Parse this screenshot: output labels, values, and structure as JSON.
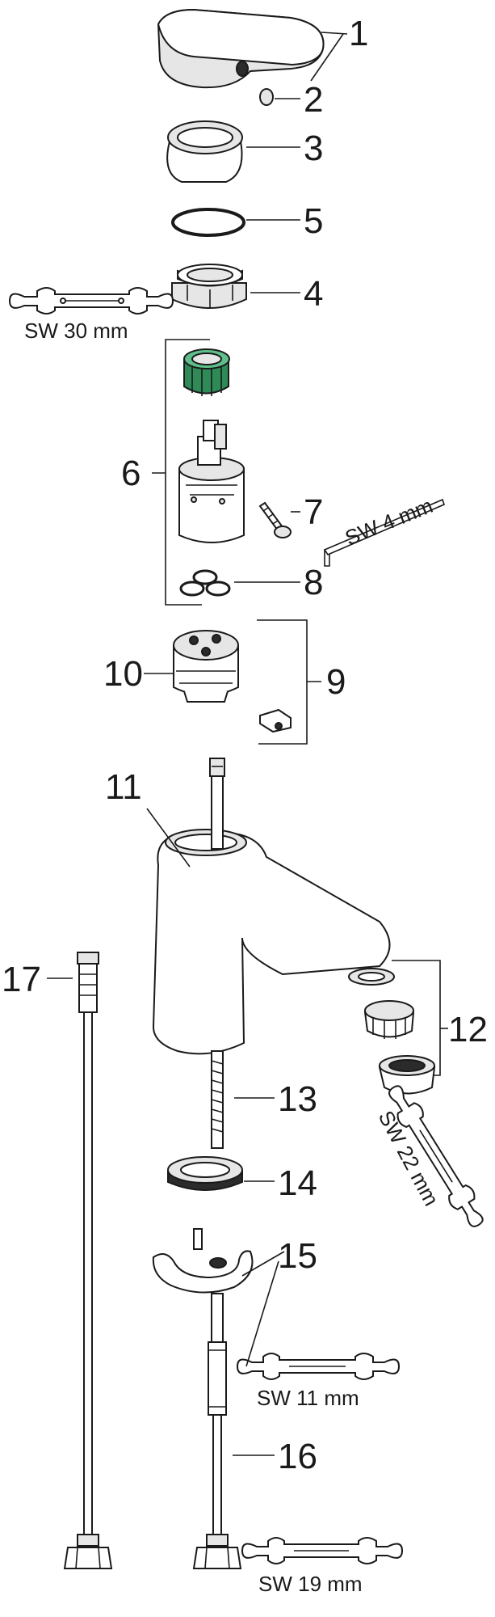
{
  "parts": [
    {
      "id": "1",
      "name": "handle"
    },
    {
      "id": "2",
      "name": "set-screw"
    },
    {
      "id": "3",
      "name": "cover-cap"
    },
    {
      "id": "4",
      "name": "threaded-nut"
    },
    {
      "id": "5",
      "name": "o-ring"
    },
    {
      "id": "6",
      "name": "cartridge-set"
    },
    {
      "id": "7",
      "name": "screw"
    },
    {
      "id": "8",
      "name": "seals"
    },
    {
      "id": "9",
      "name": "diverter-set"
    },
    {
      "id": "10",
      "name": "cartridge-base"
    },
    {
      "id": "11",
      "name": "faucet-body"
    },
    {
      "id": "12",
      "name": "aerator-set"
    },
    {
      "id": "13",
      "name": "threaded-rod"
    },
    {
      "id": "14",
      "name": "gasket"
    },
    {
      "id": "15",
      "name": "mounting-bracket"
    },
    {
      "id": "16",
      "name": "supply-hose"
    },
    {
      "id": "17",
      "name": "supply-hose-2"
    }
  ],
  "tools": {
    "sw30": "SW 30 mm",
    "sw4": "SW 4 mm",
    "sw22": "SW 22 mm",
    "sw11": "SW 11 mm",
    "sw19": "SW 19 mm"
  },
  "colors": {
    "line": "#1a1a1a",
    "accent": "#2e8b57"
  }
}
